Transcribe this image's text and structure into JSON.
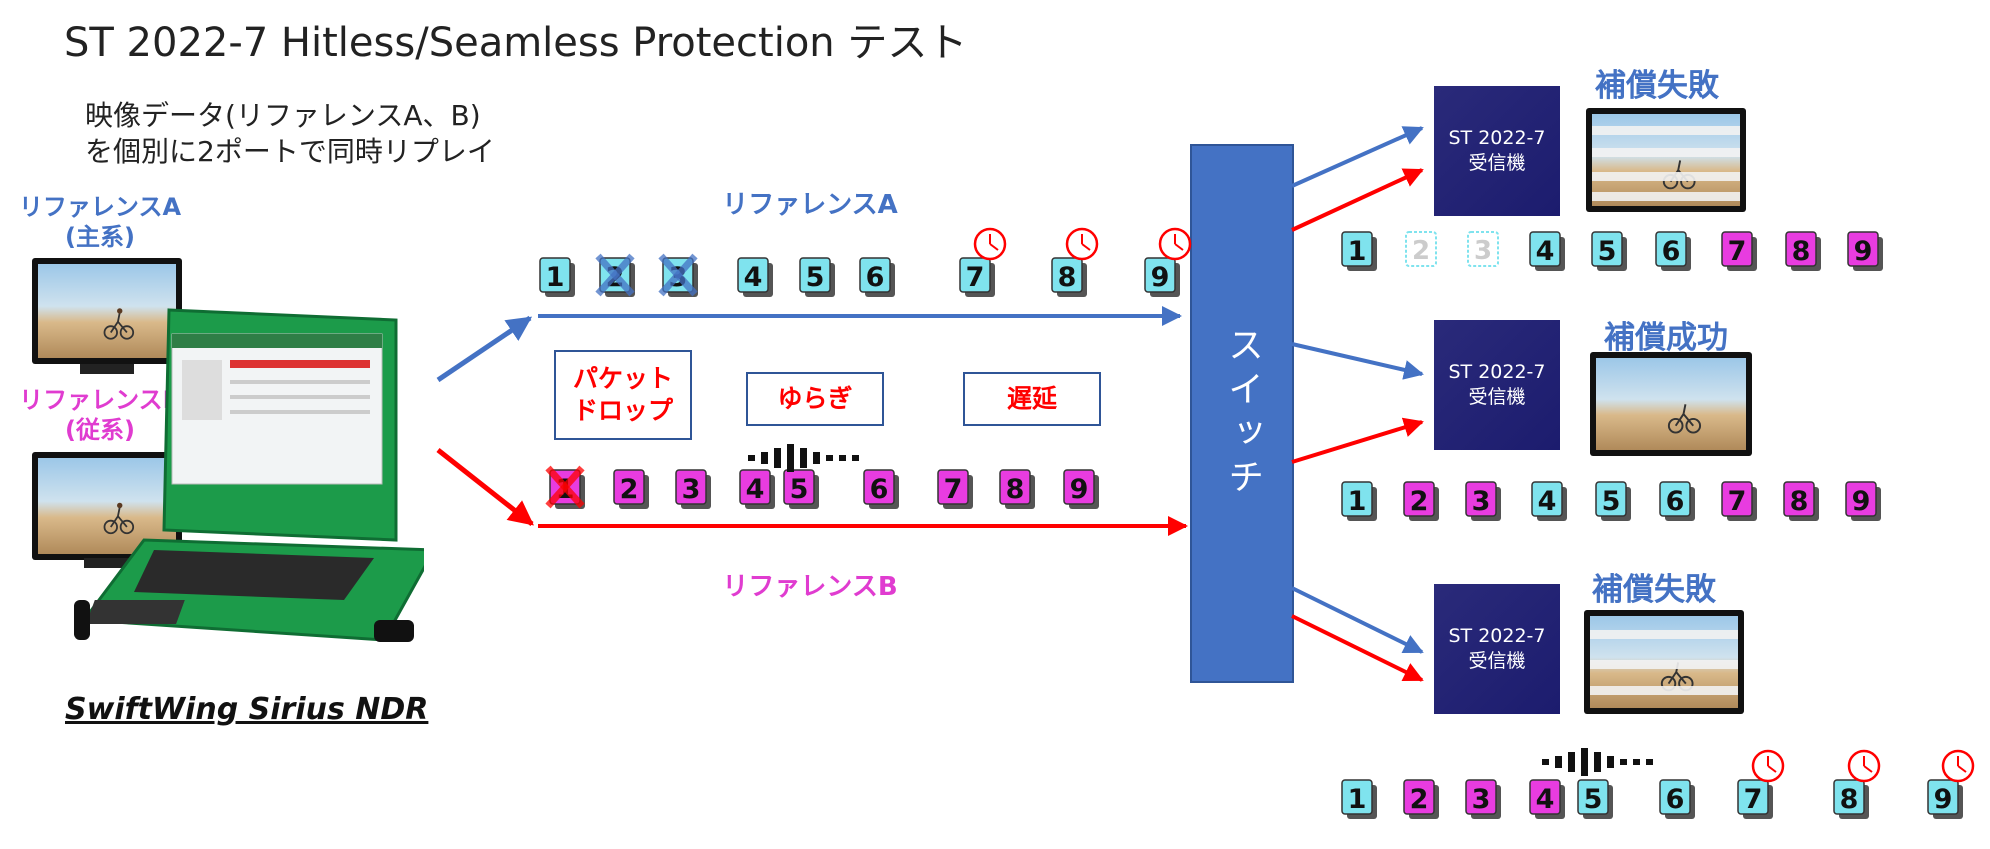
{
  "title": "ST 2022-7 Hitless/Seamless Protection テスト",
  "description": "映像データ(リファレンスA、B)\nを個別に2ポートで同時リプレイ",
  "reference_a_label": "リファレンスA\n(主系)",
  "reference_b_label": "リファレンスB\n(従系)",
  "product_name": "SwiftWing Sirius NDR",
  "stream_a_label": "リファレンスA",
  "stream_b_label": "リファレンスB",
  "impairments": {
    "packet_drop": "パケット\nドロップ",
    "jitter": "ゆらぎ",
    "delay": "遅延"
  },
  "switch_label": "スイッチ",
  "receivers": [
    {
      "label": "ST 2022-7\n受信機",
      "status": "補償失敗"
    },
    {
      "label": "ST 2022-7\n受信機",
      "status": "補償成功"
    },
    {
      "label": "ST 2022-7\n受信機",
      "status": "補償失敗"
    }
  ],
  "packet_numbers": [
    "1",
    "2",
    "3",
    "4",
    "5",
    "6",
    "7",
    "8",
    "9"
  ],
  "colors": {
    "stream_a": "#4472c4",
    "stream_b": "#ff0000",
    "packet_a": "#7fe3ee",
    "packet_b": "#e83ce0",
    "switch": "#4472c4",
    "receiver": "#1c1c6e",
    "laptop": "#1c9b4a"
  },
  "icons": [
    "clock-icon",
    "cross-mark-icon",
    "jitter-bars-icon",
    "monitor-icon",
    "laptop-icon",
    "arrow-icon"
  ]
}
